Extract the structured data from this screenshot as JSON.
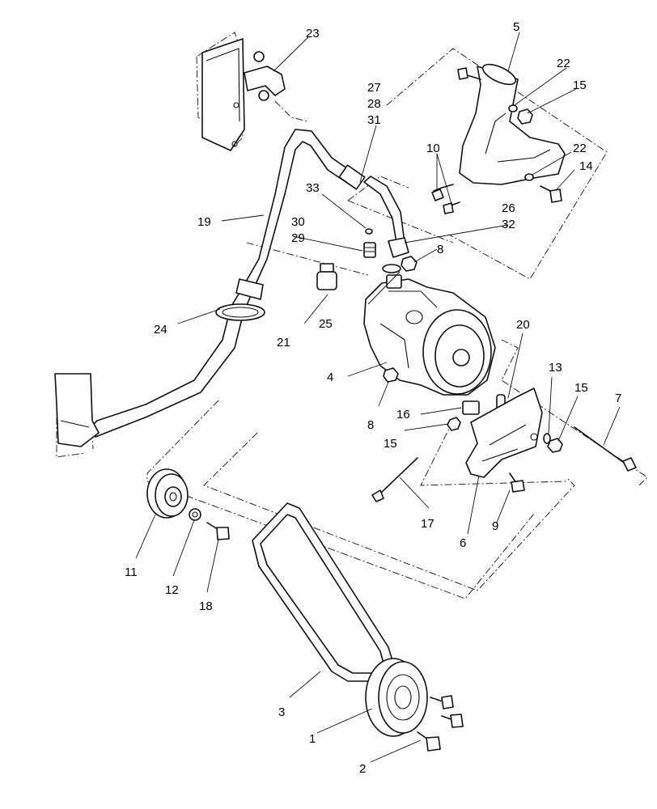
{
  "callouts": [
    "1",
    "2",
    "3",
    "4",
    "5",
    "6",
    "7",
    "8",
    "8",
    "9",
    "10",
    "11",
    "12",
    "13",
    "14",
    "15",
    "15",
    "15",
    "16",
    "17",
    "18",
    "19",
    "20",
    "21",
    "22",
    "22",
    "23",
    "24",
    "25",
    "26",
    "27",
    "28",
    "29",
    "30",
    "31",
    "32",
    "33"
  ]
}
